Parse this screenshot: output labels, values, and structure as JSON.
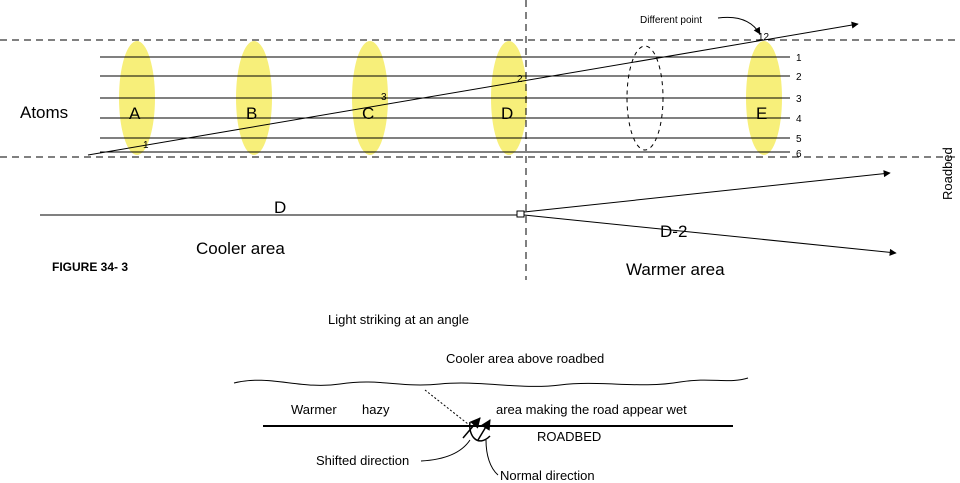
{
  "diagram": {
    "upper": {
      "atoms_label": "Atoms",
      "atom_letters": [
        "A",
        "B",
        "C",
        "D",
        "E"
      ],
      "line_numbers": [
        "1",
        "2",
        "3",
        "4",
        "5",
        "6"
      ],
      "corner_markers": [
        "1",
        "2",
        "3"
      ],
      "different_point_label": "Different point",
      "marker_12": "12",
      "roadbed_label": "Roadbed",
      "ray_d_label": "D",
      "ray_d2_label": "D-2",
      "cooler_area_label": "Cooler area",
      "warmer_area_label": "Warmer area",
      "figure_label": "FIGURE 34- 3"
    },
    "lower": {
      "light_label": "Light striking at an angle",
      "cooler_above_label": "Cooler area above roadbed",
      "warmer_word": "Warmer",
      "hazy_word": "hazy",
      "making_wet_label": "area making the road appear wet",
      "roadbed_caps": "ROADBED",
      "shifted_label": "Shifted direction",
      "normal_label": "Normal direction"
    },
    "colors": {
      "atom_fill": "#f7ef7a",
      "line": "#000000"
    }
  }
}
